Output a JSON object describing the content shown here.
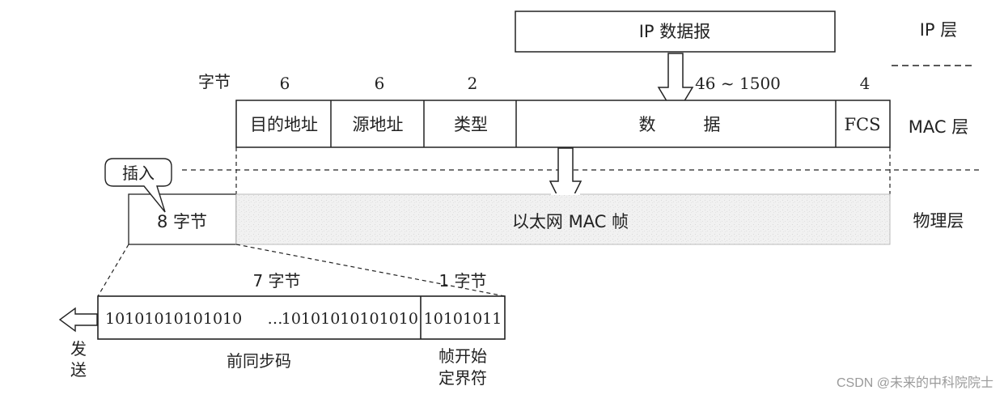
{
  "layers": {
    "ip": "IP 层",
    "mac": "MAC 层",
    "physical": "物理层"
  },
  "ip_datagram": "IP 数据报",
  "byte_label": "字节",
  "mac_frame": {
    "sizes": {
      "dest": "6",
      "src": "6",
      "type": "2",
      "data": "46 ~ 1500",
      "fcs": "4"
    },
    "fields": {
      "dest": "目的地址",
      "src": "源地址",
      "type": "类型",
      "data_1": "数",
      "data_2": "据",
      "fcs": "FCS"
    }
  },
  "physical_frame": {
    "insert_callout": "插入",
    "preamble_size": "8 字节",
    "ethernet_frame": "以太网 MAC 帧"
  },
  "preamble_detail": {
    "size_7": "7 字节",
    "size_1": "1 字节",
    "bits_left": "10101010101010",
    "ellipsis": "…",
    "bits_mid": "10101010101010",
    "bits_sfd": "10101011",
    "label_preamble": "前同步码",
    "label_sfd_1": "帧开始",
    "label_sfd_2": "定界符",
    "send_1": "发",
    "send_2": "送"
  },
  "watermark": "CSDN @未来的中科院院士"
}
